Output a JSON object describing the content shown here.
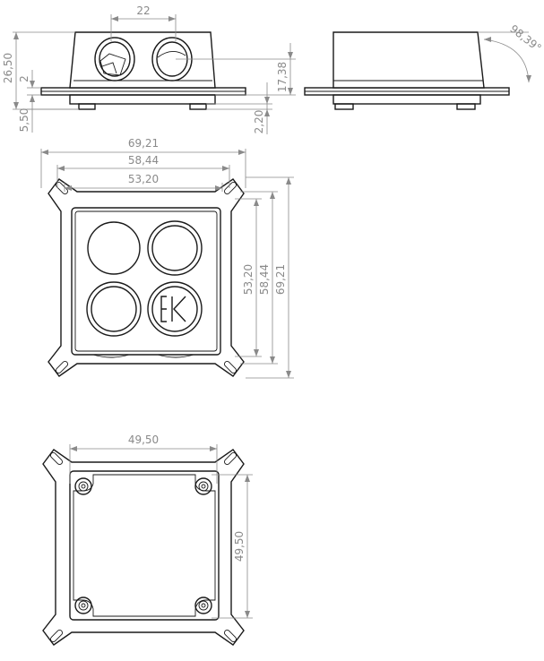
{
  "dimensions": {
    "front_port_spacing": "22",
    "front_total_height": "26,50",
    "front_plate_thickness": "2",
    "front_base_height": "5,50",
    "front_port_height": "17,38",
    "front_foot_height": "2,20",
    "side_angle": "98,39°",
    "top_mount_width_outer": "69,21",
    "top_mount_width_mid": "58,44",
    "top_mount_width_inner": "53,20",
    "top_mount_height_inner": "53,20",
    "top_mount_height_mid": "58,44",
    "top_mount_height_outer": "69,21",
    "bottom_hole_width": "49,50",
    "bottom_hole_height": "49,50"
  },
  "logo": {
    "text": "EK"
  }
}
